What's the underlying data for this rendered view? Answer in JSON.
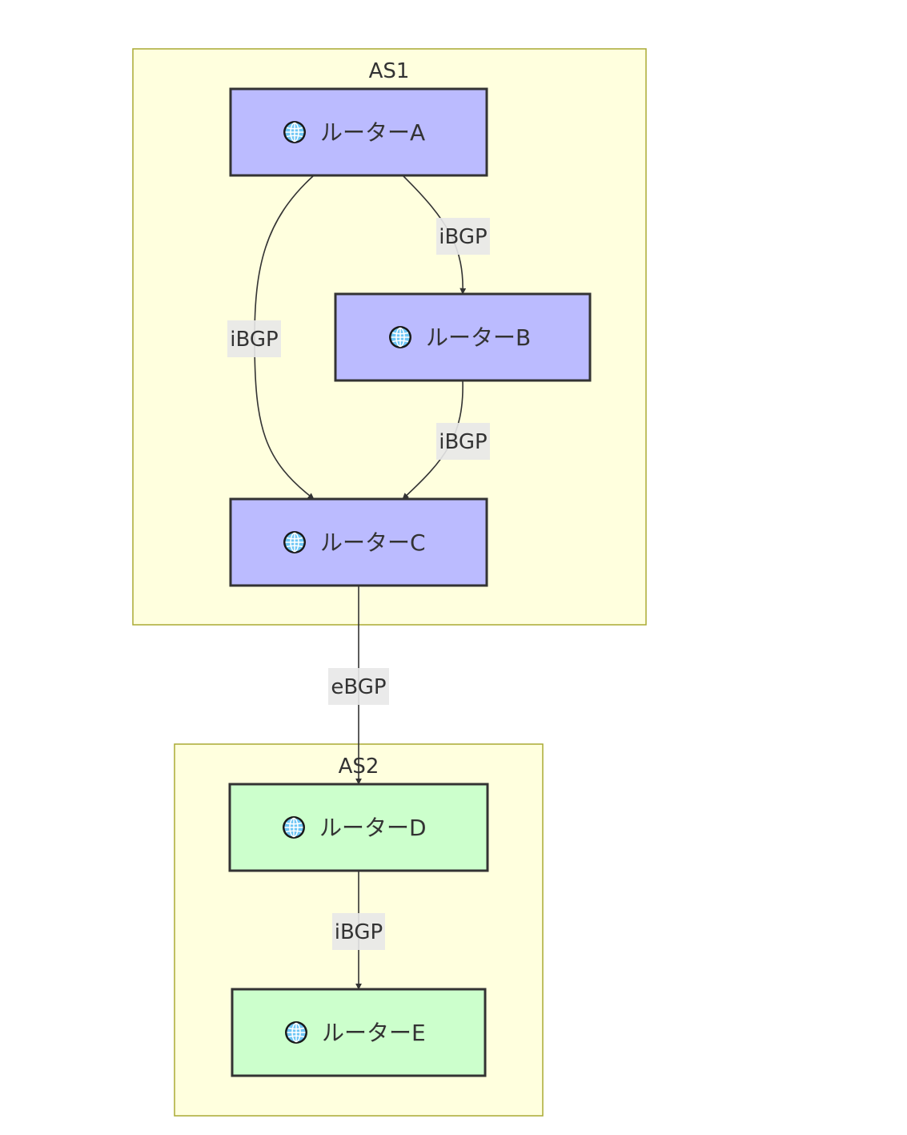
{
  "clusters": {
    "as1": {
      "title": "AS1"
    },
    "as2": {
      "title": "AS2"
    }
  },
  "nodes": {
    "a": {
      "label": "ルーターA",
      "icon": "globe-icon"
    },
    "b": {
      "label": "ルーターB",
      "icon": "globe-icon"
    },
    "c": {
      "label": "ルーターC",
      "icon": "globe-icon"
    },
    "d": {
      "label": "ルーターD",
      "icon": "globe-icon"
    },
    "e": {
      "label": "ルーターE",
      "icon": "globe-icon"
    }
  },
  "edges": {
    "a_b": {
      "label": "iBGP"
    },
    "a_c": {
      "label": "iBGP"
    },
    "b_c": {
      "label": "iBGP"
    },
    "c_d": {
      "label": "eBGP"
    },
    "d_e": {
      "label": "iBGP"
    }
  },
  "colors": {
    "cluster_fill": "#ffffde",
    "cluster_stroke": "#aaaa33",
    "as1_node_fill": "#bbbbff",
    "as2_node_fill": "#ccffcc",
    "node_stroke": "#333333",
    "edge_label_bg": "#e8e8e8"
  }
}
